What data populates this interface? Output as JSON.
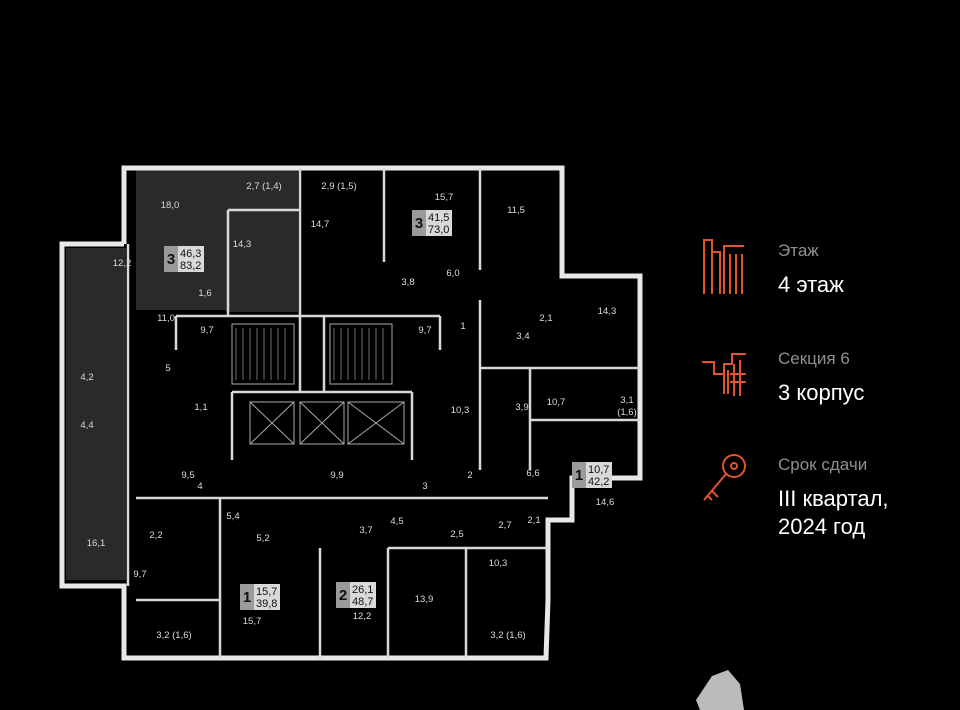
{
  "info": {
    "floor": {
      "caption": "Этаж",
      "value": "4 этаж",
      "icon": "floor-icon"
    },
    "section": {
      "caption": "Секция 6",
      "value": "3 корпус",
      "icon": "stairs-icon"
    },
    "deadline": {
      "caption": "Срок сдачи",
      "value_line1": "III квартал,",
      "value_line2": "2024 год",
      "icon": "key-icon"
    }
  },
  "colors": {
    "accent": "#e0552e",
    "plan_bg": "#000000",
    "walls": "#e8e8e8",
    "highlight_fill": "#2c2c2c",
    "badge_fill": "#9a9a9a"
  },
  "apartments": [
    {
      "rooms": "3",
      "living": "46,3",
      "total": "83,2"
    },
    {
      "rooms": "3",
      "living": "41,5",
      "total": "73,0"
    },
    {
      "rooms": "1",
      "living": "10,7",
      "total": "42,2"
    },
    {
      "rooms": "1",
      "living": "15,7",
      "total": "39,8"
    },
    {
      "rooms": "2",
      "living": "26,1",
      "total": "48,7"
    }
  ],
  "room_labels": [
    "18,0",
    "2,7 (1,4)",
    "2,9 (1,5)",
    "14,3",
    "14,7",
    "15,7",
    "11,5",
    "12,2",
    "1,6",
    "3,8",
    "6,0",
    "14,3",
    "11,0",
    "9,7",
    "9,7",
    "1",
    "2,1",
    "3,4",
    "5",
    "1,1",
    "10,3",
    "3,9",
    "10,7",
    "3,1",
    "(1,6)",
    "4,2",
    "4,4",
    "9,5",
    "4",
    "9,9",
    "3",
    "2",
    "6,6",
    "14,6",
    "5,4",
    "5,2",
    "3,7",
    "4,5",
    "2,5",
    "2,7",
    "2,1",
    "2,2",
    "16,1",
    "9,7",
    "10,3",
    "13,9",
    "12,2",
    "15,7",
    "3,2 (1,6)",
    "3,2 (1,6)"
  ]
}
